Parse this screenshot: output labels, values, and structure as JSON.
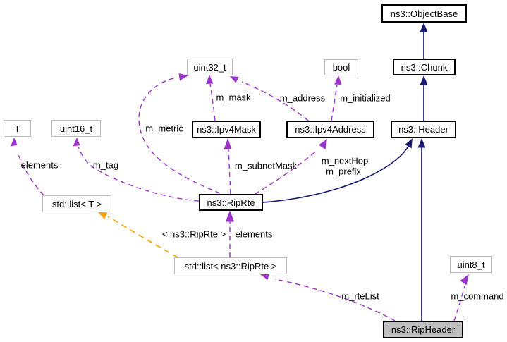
{
  "diagram": {
    "nodes": {
      "objectbase": {
        "label": "ns3::ObjectBase"
      },
      "chunk": {
        "label": "ns3::Chunk"
      },
      "header": {
        "label": "ns3::Header"
      },
      "uint32": {
        "label": "uint32_t"
      },
      "bool": {
        "label": "bool"
      },
      "t": {
        "label": "T"
      },
      "uint16": {
        "label": "uint16_t"
      },
      "ipv4mask": {
        "label": "ns3::Ipv4Mask"
      },
      "ipv4address": {
        "label": "ns3::Ipv4Address"
      },
      "stdlistt": {
        "label": "std::list< T >"
      },
      "riprte": {
        "label": "ns3::RipRte"
      },
      "stdlistrte": {
        "label": "std::list< ns3::RipRte >"
      },
      "uint8": {
        "label": "uint8_t"
      },
      "ripheader": {
        "label": "ns3::RipHeader"
      }
    },
    "edge_labels": {
      "m_mask": "m_mask",
      "m_address": "m_address",
      "m_initialized": "m_initialized",
      "m_metric": "m_metric",
      "elements_left": "elements",
      "m_tag": "m_tag",
      "m_subnetMask": "m_subnetMask",
      "m_nextHop": "m_nextHop",
      "m_prefix": "m_prefix",
      "template_args": "< ns3::RipRte >",
      "elements_right": "elements",
      "m_rteList": "m_rteList",
      "m_command": "m_command"
    },
    "colors": {
      "inheritance_edge": "#191970",
      "member_edge": "#9a32cc",
      "template_edge": "#ffa500",
      "focal_fill": "#bfbfbf",
      "internal_border": "#000000",
      "external_border": "#bebebe"
    }
  }
}
